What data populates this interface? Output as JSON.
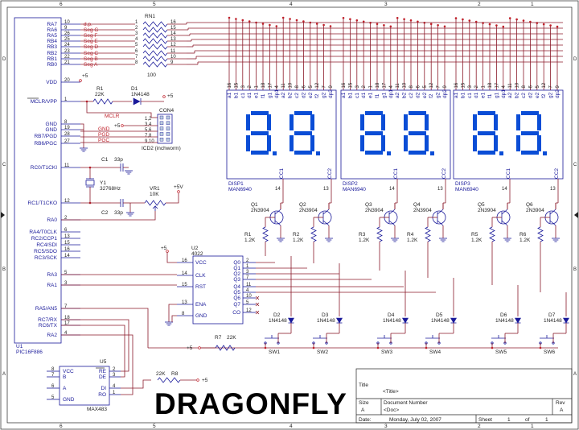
{
  "logo": "DRAGONFLY",
  "grid": {
    "top": [
      "6",
      "5",
      "4",
      "3",
      "2",
      "1"
    ],
    "left": [
      "D",
      "C",
      "B",
      "A"
    ]
  },
  "mcu": {
    "ref": "U1",
    "part": "PIC16F886",
    "pins": [
      {
        "name": "RA7",
        "num": "10",
        "net": "d.p."
      },
      {
        "name": "RA6",
        "num": "9",
        "net": "Seg G"
      },
      {
        "name": "RA5",
        "num": "26",
        "net": "Seg F"
      },
      {
        "name": "RB4",
        "num": "25",
        "net": "Seg E"
      },
      {
        "name": "RB3",
        "num": "24",
        "net": "Seg D"
      },
      {
        "name": "RB2",
        "num": "23",
        "net": "Seg C"
      },
      {
        "name": "RB1",
        "num": "22",
        "net": "Seg B"
      },
      {
        "name": "RB0",
        "num": "21",
        "net": "Seg A"
      },
      {
        "name": "VDD",
        "num": "20",
        "net": "+5"
      },
      {
        "name": "MCLR/VPP",
        "num": "1",
        "net": ""
      },
      {
        "name": "GND",
        "num": "8",
        "net": ""
      },
      {
        "name": "GND",
        "num": "19",
        "net": ""
      },
      {
        "name": "RB7/PGD",
        "num": "28",
        "net": ""
      },
      {
        "name": "RB6/PGC",
        "num": "27",
        "net": ""
      },
      {
        "name": "RC0/T1CKI",
        "num": "11",
        "net": ""
      },
      {
        "name": "RC1/T1CKO",
        "num": "12",
        "net": ""
      },
      {
        "name": "RA0",
        "num": "2",
        "net": ""
      },
      {
        "name": "RA4/T0CLK",
        "num": "6",
        "net": ""
      },
      {
        "name": "RC2/CCP1",
        "num": "13",
        "net": ""
      },
      {
        "name": "RC4/SDI",
        "num": "15",
        "net": ""
      },
      {
        "name": "RC5/SDO",
        "num": "16",
        "net": ""
      },
      {
        "name": "RC3/SCK",
        "num": "14",
        "net": ""
      },
      {
        "name": "RA3",
        "num": "5",
        "net": ""
      },
      {
        "name": "RA1",
        "num": "3",
        "net": ""
      },
      {
        "name": "RA5/AN5",
        "num": "7",
        "net": ""
      },
      {
        "name": "RC7/RX",
        "num": "18",
        "net": ""
      },
      {
        "name": "RC6/TX",
        "num": "17",
        "net": ""
      },
      {
        "name": "RA2",
        "num": "4",
        "net": ""
      }
    ]
  },
  "rn1": {
    "ref": "RN1",
    "value": "100",
    "rows": [
      [
        "1",
        "16"
      ],
      [
        "2",
        "15"
      ],
      [
        "3",
        "14"
      ],
      [
        "4",
        "13"
      ],
      [
        "5",
        "12"
      ],
      [
        "6",
        "11"
      ],
      [
        "7",
        "10"
      ],
      [
        "8",
        "9"
      ]
    ]
  },
  "parts": {
    "r1": {
      "ref": "R1",
      "value": "22K"
    },
    "d1": {
      "ref": "D1",
      "value": "1N4148"
    },
    "mclr": "MCLR",
    "con4": {
      "ref": "CON4",
      "caption": "ICD2 (inchworm)",
      "pins": [
        "1,2",
        "3,4",
        "5,6",
        "7,8",
        "9,10"
      ],
      "nets": [
        "+5",
        "GND",
        "PGD",
        "PGC"
      ]
    },
    "c1": {
      "ref": "C1",
      "value": "33p"
    },
    "c2": {
      "ref": "C2",
      "value": "33p"
    },
    "y1": {
      "ref": "Y1",
      "value": "32768Hz"
    },
    "vr1": {
      "ref": "VR1",
      "value": "10K",
      "supply": "+5V"
    },
    "r7": {
      "ref": "R7",
      "value": "22K",
      "supply": "+5"
    },
    "r8": {
      "ref": "R8",
      "value": "22K",
      "supply": "+5"
    },
    "u2_supply": "+5"
  },
  "displays": [
    {
      "ref": "DISP1",
      "part": "MAN6940"
    },
    {
      "ref": "DISP2",
      "part": "MAN6940"
    },
    {
      "ref": "DISP3",
      "part": "MAN6940"
    }
  ],
  "display_pins": {
    "seg_labels": [
      "a1",
      "b1",
      "c1",
      "d1",
      "e1",
      "f1",
      "g1",
      "dp1",
      "a2",
      "b2",
      "c2",
      "d2",
      "e2",
      "f2",
      "g2",
      "dp2"
    ],
    "seg_nums": [
      "16",
      "15",
      "3",
      "2",
      "1",
      "18",
      "17",
      "4",
      "11",
      "10",
      "8",
      "6",
      "5",
      "12",
      "7",
      "9"
    ],
    "cc": [
      "CC1",
      "CC2"
    ],
    "cc_nums": [
      "14",
      "13"
    ]
  },
  "transistors": [
    {
      "ref": "Q1",
      "part": "2N3904",
      "r": "R1",
      "rv": "1.2K"
    },
    {
      "ref": "Q2",
      "part": "2N3904",
      "r": "R2",
      "rv": "1.2K"
    },
    {
      "ref": "Q3",
      "part": "2N3904",
      "r": "R3",
      "rv": "1.2K"
    },
    {
      "ref": "Q4",
      "part": "2N3904",
      "r": "R4",
      "rv": "1.2K"
    },
    {
      "ref": "Q5",
      "part": "2N3904",
      "r": "R5",
      "rv": "1.2K"
    },
    {
      "ref": "Q6",
      "part": "2N3904",
      "r": "R6",
      "rv": "1.2K"
    }
  ],
  "diodes": [
    {
      "ref": "D2",
      "part": "1N4148"
    },
    {
      "ref": "D3",
      "part": "1N4148"
    },
    {
      "ref": "D4",
      "part": "1N4148"
    },
    {
      "ref": "D5",
      "part": "1N4148"
    },
    {
      "ref": "D6",
      "part": "1N4148"
    },
    {
      "ref": "D7",
      "part": "1N4148"
    }
  ],
  "switches": [
    "SW1",
    "SW2",
    "SW3",
    "SW4",
    "SW5",
    "SW6"
  ],
  "u2": {
    "ref": "U2",
    "part": "4022",
    "left": [
      {
        "name": "VCC",
        "num": "16"
      },
      {
        "name": "CLK",
        "num": "14"
      },
      {
        "name": "RST",
        "num": "15"
      },
      {
        "name": "ENA",
        "num": "13"
      },
      {
        "name": "GND",
        "num": "8"
      }
    ],
    "right": [
      {
        "name": "Q0",
        "num": "2"
      },
      {
        "name": "Q1",
        "num": "1"
      },
      {
        "name": "Q2",
        "num": "3"
      },
      {
        "name": "Q3",
        "num": "7"
      },
      {
        "name": "Q4",
        "num": "11"
      },
      {
        "name": "Q5",
        "num": "4"
      },
      {
        "name": "Q6",
        "num": "10"
      },
      {
        "name": "Q7",
        "num": "5"
      },
      {
        "name": "CO",
        "num": "12"
      }
    ]
  },
  "u5": {
    "ref": "U5",
    "part": "MAX483",
    "left": [
      {
        "name": "VCC",
        "num": "8"
      },
      {
        "name": "B",
        "num": "7"
      },
      {
        "name": "A",
        "num": "6"
      },
      {
        "name": "GND",
        "num": "5"
      }
    ],
    "right": [
      {
        "name": "RE",
        "num": "2"
      },
      {
        "name": "DE",
        "num": "3"
      },
      {
        "name": "DI",
        "num": "4"
      },
      {
        "name": "RO",
        "num": "1"
      }
    ]
  },
  "title_block": {
    "title_label": "Title",
    "title_value": "<Title>",
    "size_label": "Size",
    "size_value": "A",
    "doc_label": "Document Number",
    "doc_value": "<Doc>",
    "rev_label": "Rev",
    "rev_value": "A",
    "date_label": "Date:",
    "date_value": "Monday, July 02, 2007",
    "sheet_label": "Sheet",
    "sheet_num": "1",
    "of_label": "of",
    "sheet_total": "1"
  }
}
